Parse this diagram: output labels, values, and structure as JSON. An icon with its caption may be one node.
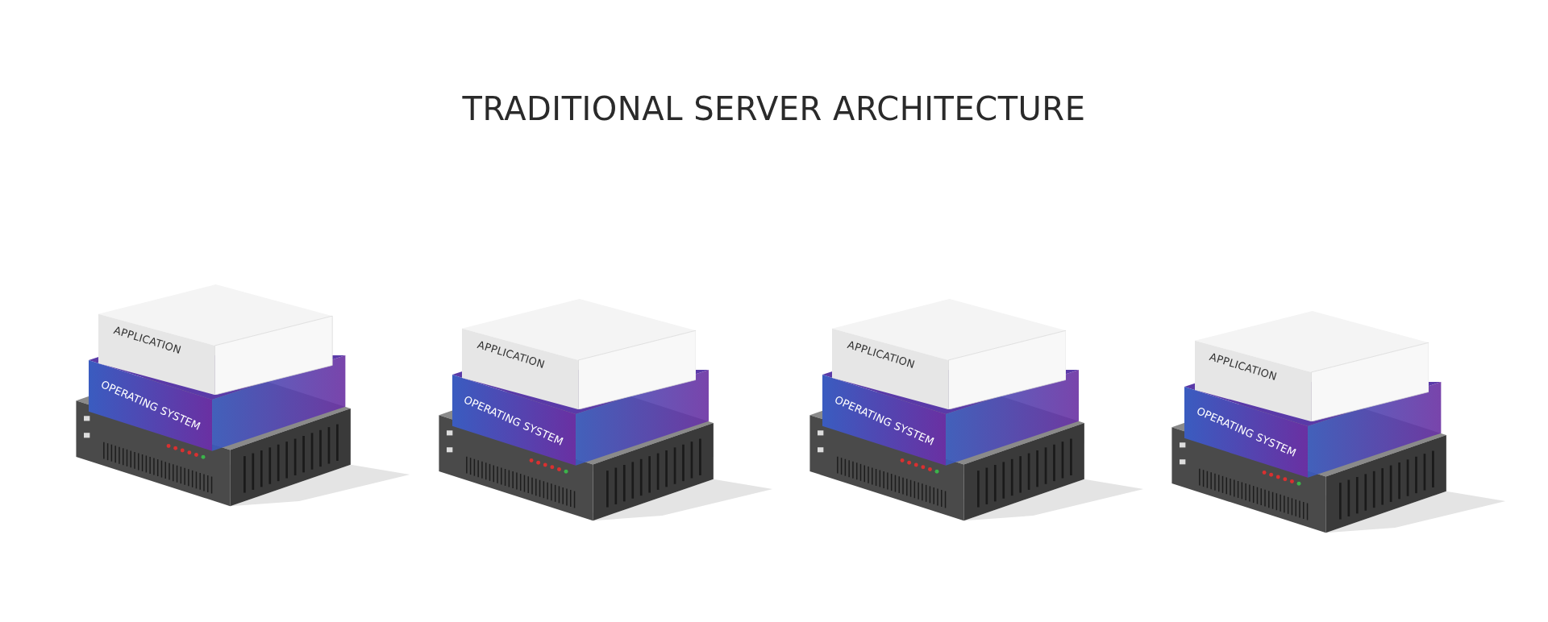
{
  "diagram": {
    "title": "TRADITIONAL SERVER ARCHITECTURE",
    "nodes": [
      {
        "text": [
          "APPLICATION"
        ]
      },
      {
        "text": [
          "OPERATING SYSTEM"
        ]
      },
      {
        "text": [
          "APPLICATION"
        ]
      },
      {
        "text": [
          "OPERATING SYSTEM"
        ]
      },
      {
        "text": [
          "APPLICATION"
        ]
      },
      {
        "text": [
          "OPERATING SYSTEM"
        ]
      },
      {
        "text": [
          "APPLICATION"
        ]
      },
      {
        "text": [
          "OPERATING SYSTEM"
        ]
      }
    ]
  }
}
